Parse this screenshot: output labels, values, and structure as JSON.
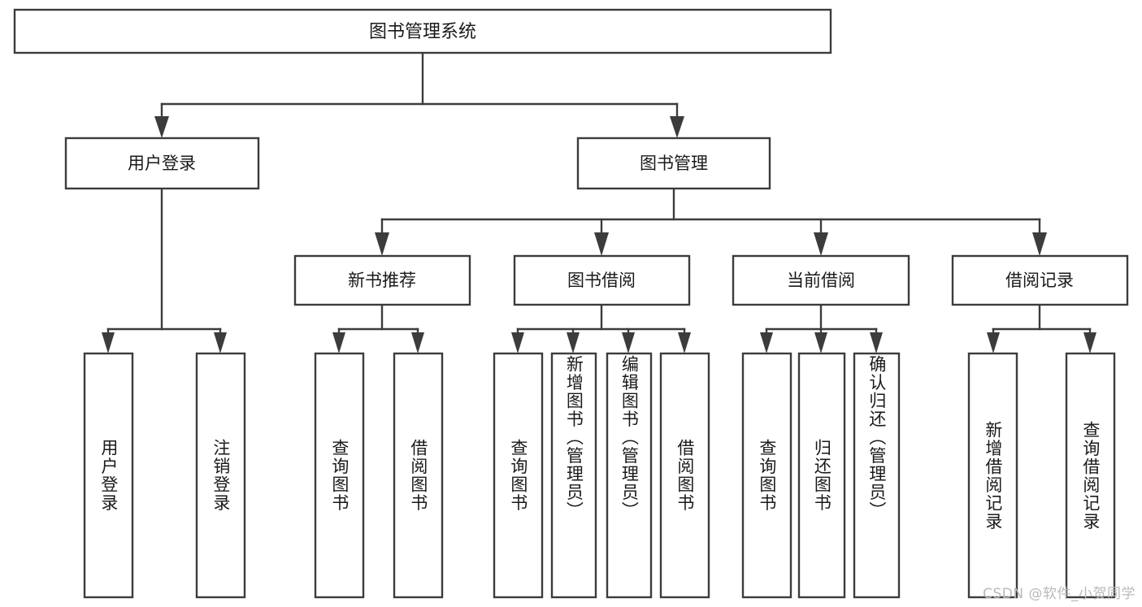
{
  "diagram": {
    "type": "tree-hierarchy",
    "title": "图书管理系统",
    "orientation": "top-down",
    "watermark": "CSDN @软件_小贺同学",
    "levels": [
      {
        "level": 1,
        "nodes": [
          {
            "id": "root",
            "label": "图书管理系统",
            "text_direction": "horizontal"
          }
        ]
      },
      {
        "level": 2,
        "nodes": [
          {
            "id": "user-login",
            "label": "用户登录",
            "text_direction": "horizontal",
            "parent": "root"
          },
          {
            "id": "book-manage",
            "label": "图书管理",
            "text_direction": "horizontal",
            "parent": "root"
          }
        ]
      },
      {
        "level": 3,
        "nodes": [
          {
            "id": "new-book-rec",
            "label": "新书推荐",
            "text_direction": "horizontal",
            "parent": "book-manage"
          },
          {
            "id": "book-borrow",
            "label": "图书借阅",
            "text_direction": "horizontal",
            "parent": "book-manage"
          },
          {
            "id": "current-borrow",
            "label": "当前借阅",
            "text_direction": "horizontal",
            "parent": "book-manage"
          },
          {
            "id": "borrow-record",
            "label": "借阅记录",
            "text_direction": "horizontal",
            "parent": "book-manage"
          }
        ]
      },
      {
        "level": 4,
        "nodes": [
          {
            "id": "leaf-1",
            "label": "用户登录",
            "text_direction": "vertical",
            "parent": "user-login"
          },
          {
            "id": "leaf-2",
            "label": "注销登录",
            "text_direction": "vertical",
            "parent": "user-login"
          },
          {
            "id": "leaf-3",
            "label": "查询图书",
            "text_direction": "vertical",
            "parent": "new-book-rec"
          },
          {
            "id": "leaf-4",
            "label": "借阅图书",
            "text_direction": "vertical",
            "parent": "new-book-rec"
          },
          {
            "id": "leaf-5",
            "label": "查询图书",
            "text_direction": "vertical",
            "parent": "book-borrow"
          },
          {
            "id": "leaf-6",
            "label": "新增图书（管理员）",
            "text_direction": "vertical",
            "parent": "book-borrow"
          },
          {
            "id": "leaf-7",
            "label": "编辑图书（管理员）",
            "text_direction": "vertical",
            "parent": "book-borrow"
          },
          {
            "id": "leaf-8",
            "label": "借阅图书",
            "text_direction": "vertical",
            "parent": "book-borrow"
          },
          {
            "id": "leaf-9",
            "label": "查询图书",
            "text_direction": "vertical",
            "parent": "current-borrow"
          },
          {
            "id": "leaf-10",
            "label": "归还图书",
            "text_direction": "vertical",
            "parent": "current-borrow"
          },
          {
            "id": "leaf-11",
            "label": "确认归还（管理员）",
            "text_direction": "vertical",
            "parent": "current-borrow"
          },
          {
            "id": "leaf-12",
            "label": "新增借阅记录",
            "text_direction": "vertical",
            "parent": "borrow-record"
          },
          {
            "id": "leaf-13",
            "label": "查询借阅记录",
            "text_direction": "vertical",
            "parent": "borrow-record"
          }
        ]
      }
    ]
  },
  "colors": {
    "background": "#ffffff",
    "box_fill": "#ffffff",
    "box_stroke": "#3c3c3c",
    "connector": "#3c3c3c",
    "text": "#1a1a1a",
    "watermark": "#b9b9bd"
  }
}
